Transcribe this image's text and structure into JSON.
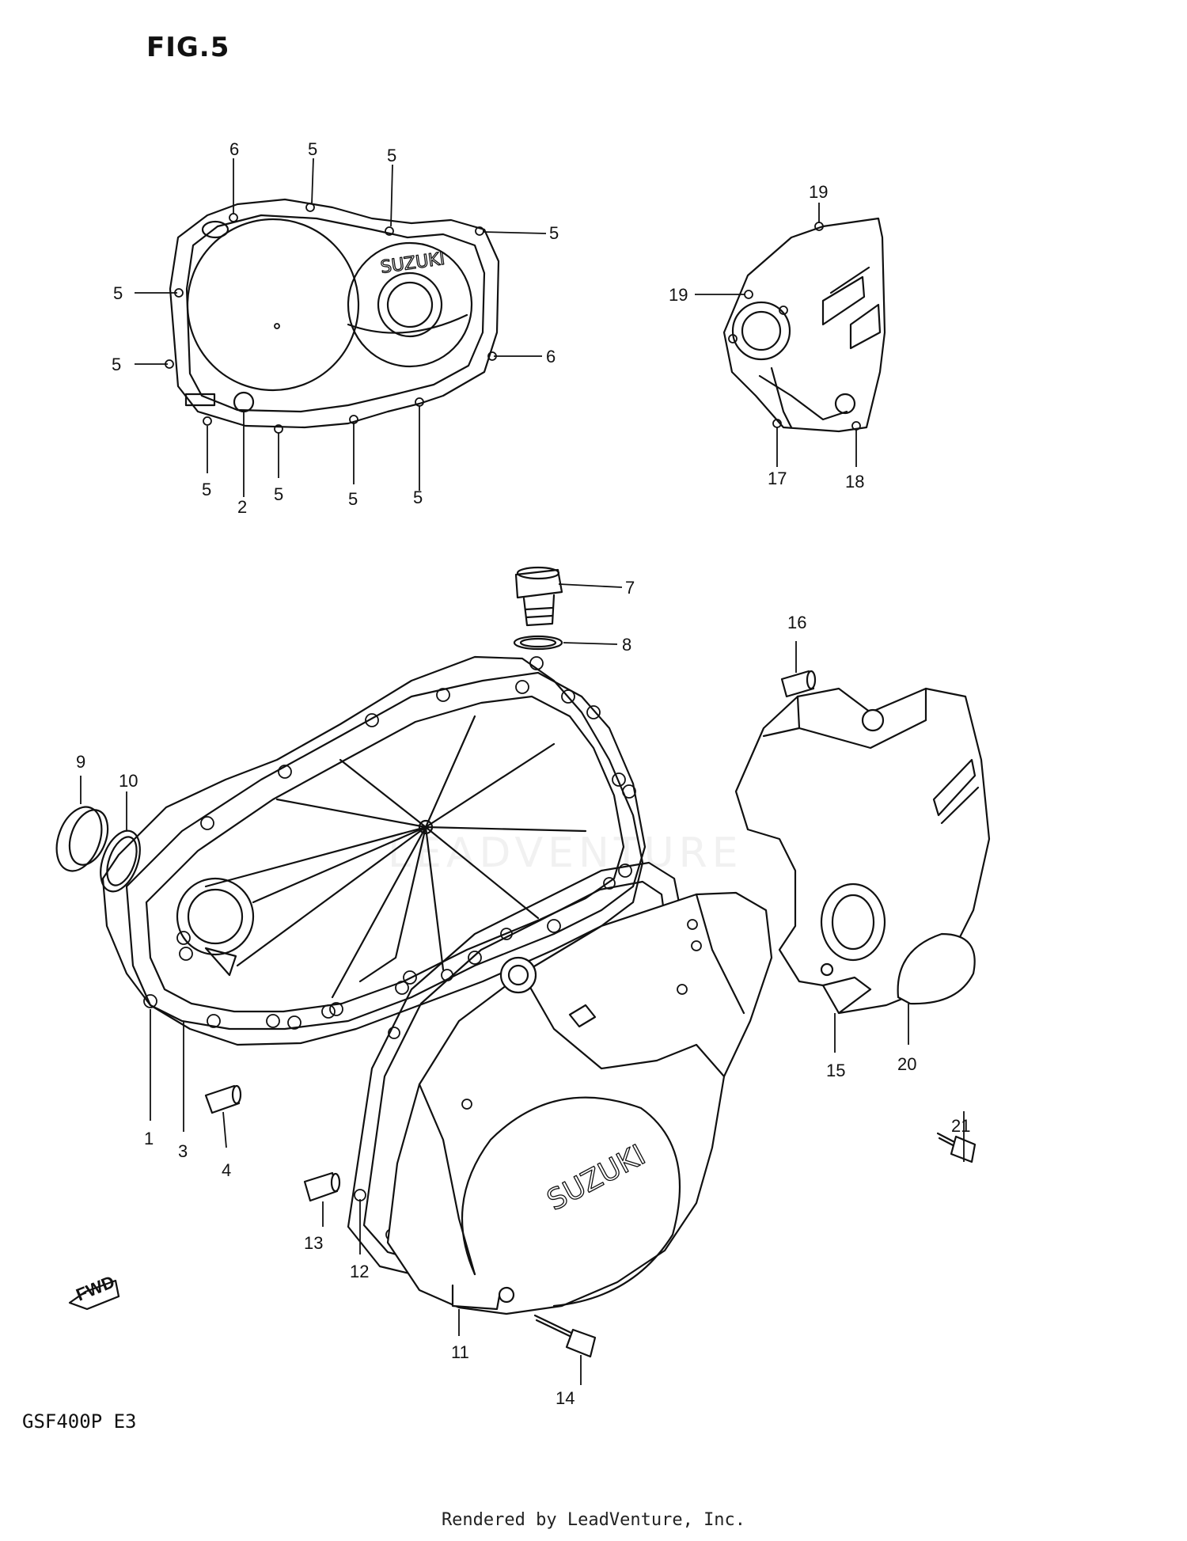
{
  "header": {
    "figure_label": "FIG.5"
  },
  "footer": {
    "model_code": "GSF400P  E3",
    "rendered_by": "Rendered by LeadVenture, Inc."
  },
  "watermark": {
    "text": "LEADVENTURE"
  },
  "markings": {
    "cover_logo": "SUZUKI",
    "generator_logo": "SUZUKI",
    "fwd_arrow": "FWD"
  },
  "callouts": {
    "n1": "1",
    "n2": "2",
    "n3": "3",
    "n4": "4",
    "n5": "5",
    "n6": "6",
    "n7": "7",
    "n8": "8",
    "n9": "9",
    "n10": "10",
    "n11": "11",
    "n12": "12",
    "n13": "13",
    "n14": "14",
    "n15": "15",
    "n16": "16",
    "n17": "17",
    "n18": "18",
    "n19": "19",
    "n20": "20",
    "n21": "21"
  },
  "colors": {
    "line": "#111111",
    "background": "#ffffff",
    "watermark": "#eeeeee"
  }
}
